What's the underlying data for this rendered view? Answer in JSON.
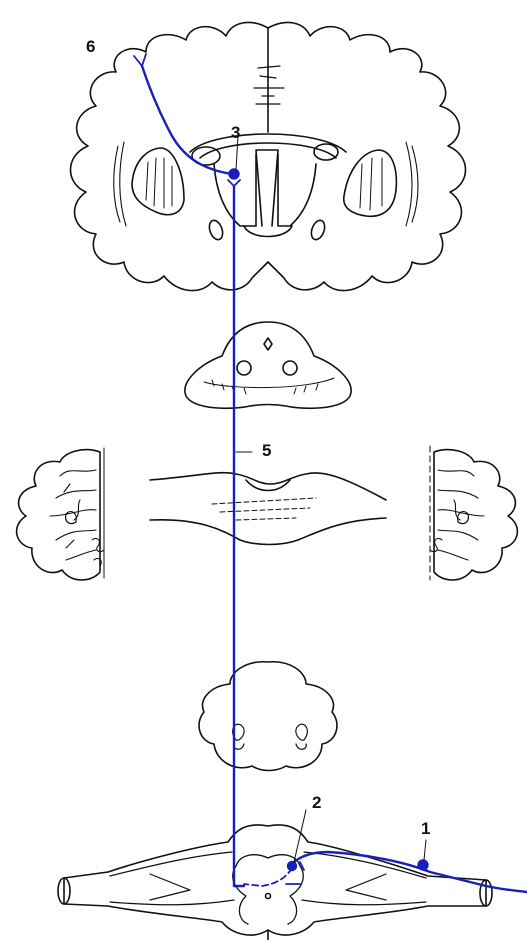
{
  "labels": {
    "l1": "1",
    "l2": "2",
    "l3": "3",
    "l5": "5",
    "l6": "6"
  },
  "colors": {
    "pathway": "#1a1fb8",
    "ink": "#111111",
    "paper": "#ffffff"
  }
}
